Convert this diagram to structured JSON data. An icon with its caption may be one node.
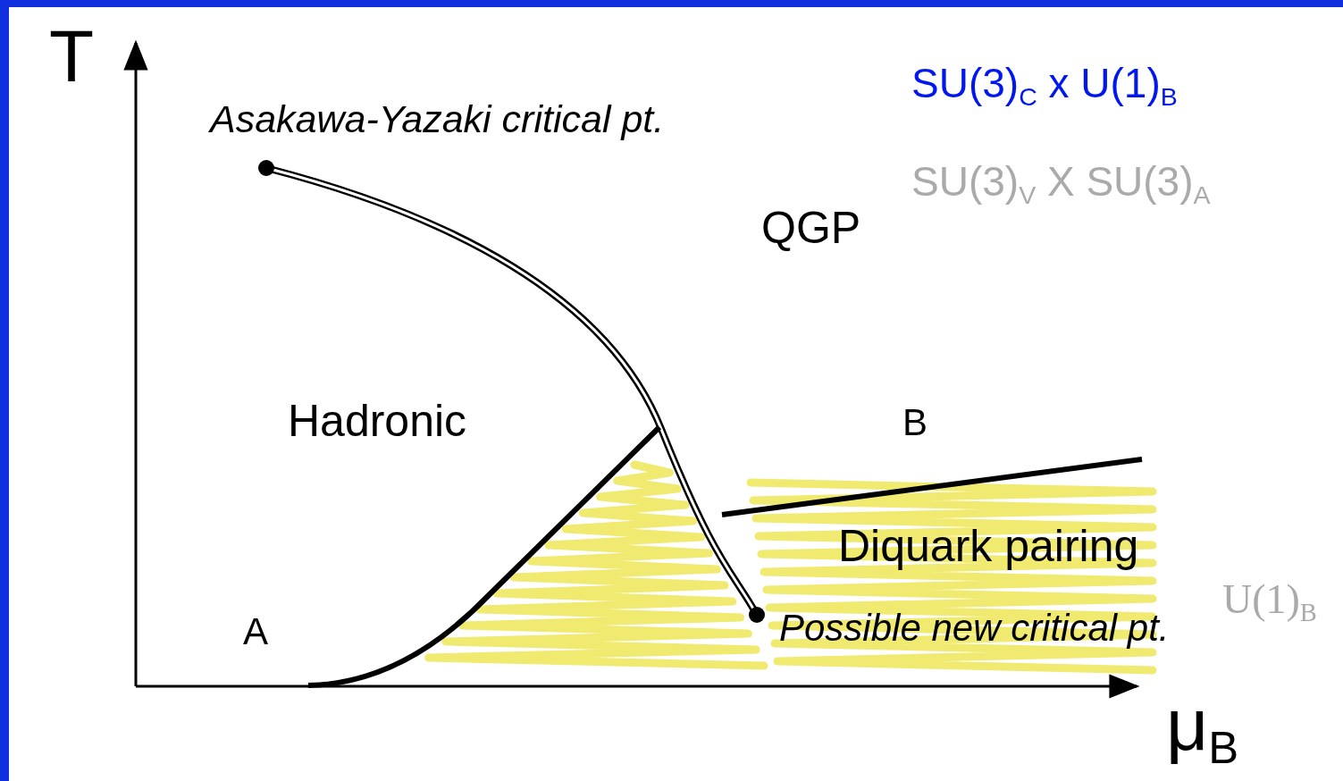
{
  "diagram": {
    "labels": [
      "T",
      "SU(3)$_{C}$ x U(1)$_{B}$",
      "Asakawa-Yazaki critical pt.",
      "SU(3)$_{V}$ X SU(3)$_{A}$",
      "QGP",
      "Hadronic",
      "B",
      "Diquark pairing",
      "A",
      "Possible new critical pt.",
      "U(1)$_{B}$",
      "μ$_{B}$"
    ]
  }
}
